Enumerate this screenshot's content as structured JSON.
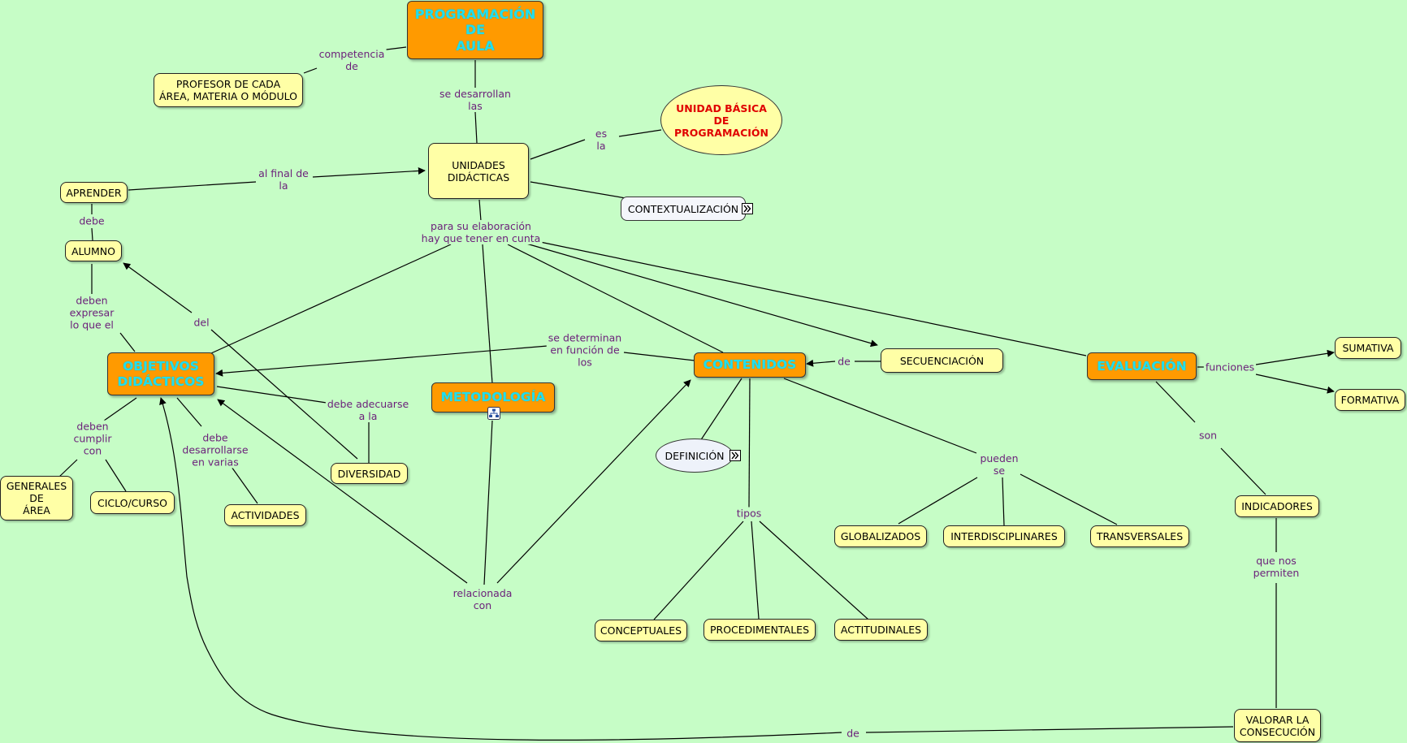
{
  "nodes": {
    "programacion": "PROGRAMACIÓN\nDE\nAULA",
    "profesor": "PROFESOR DE CADA\nÁREA, MATERIA O MÓDULO",
    "unidad_basica": "UNIDAD BÁSICA\nDE\nPROGRAMACIÓN",
    "unidades": "UNIDADES\nDIDÁCTICAS",
    "contextualizacion": "CONTEXTUALIZACIÓN",
    "aprender": "APRENDER",
    "alumno": "ALUMNO",
    "objetivos": "OBJETIVOS\nDIDÁCTICOS",
    "metodologia": "METODOLOGÍA",
    "contenidos": "CONTENIDOS",
    "secuenciacion": "SECUENCIACIÓN",
    "evaluacion": "EVALUACIÓN",
    "sumativa": "SUMATIVA",
    "formativa": "FORMATIVA",
    "definicion": "DEFINICIÓN",
    "generales": "GENERALES\nDE\nÁREA",
    "ciclo": "CICLO/CURSO",
    "actividades": "ACTIVIDADES",
    "diversidad": "DIVERSIDAD",
    "globalizados": "GLOBALIZADOS",
    "interdisciplinares": "INTERDISCIPLINARES",
    "transversales": "TRANSVERSALES",
    "conceptuales": "CONCEPTUALES",
    "procedimentales": "PROCEDIMENTALES",
    "actitudinales": "ACTITUDINALES",
    "indicadores": "INDICADORES",
    "valorar": "VALORAR LA\nCONSECUCIÓN"
  },
  "links": {
    "competencia": "competencia\nde",
    "se_desarrollan": "se desarrollan\nlas",
    "es_la": "es\nla",
    "al_final": "al final de\nla",
    "debe": "debe",
    "para_su": "para su elaboración\nhay que tener en cunta",
    "deben_expresar": "deben\nexpresar\nlo que el",
    "del": "del",
    "se_determinan": "se determinan\nen función de\nlos",
    "de_sec": "de",
    "funciones": "funciones",
    "debe_adecuarse": "debe adecuarse\na la",
    "deben_cumplir": "deben\ncumplir\ncon",
    "debe_desarrollarse": "debe\ndesarrollarse\nen varias",
    "pueden_se": "pueden\nse",
    "son": "son",
    "tipos": "tipos",
    "que_nos": "que nos\npermiten",
    "relacionada": "relacionada\ncon",
    "de_final": "de"
  },
  "icons": {
    "contextualizacion_link": "double-chevron-icon",
    "definicion_link": "double-chevron-icon",
    "metodologia_map": "concept-map-icon"
  },
  "colors": {
    "background": "#c6fdc6",
    "orange_node": "#ff9a00",
    "orange_text": "#22ddee",
    "yellow_node": "#ffffa6",
    "link_text": "#6b1f7a",
    "highlight_text": "#e00000"
  }
}
